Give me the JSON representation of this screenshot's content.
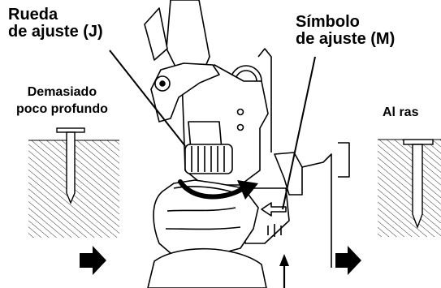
{
  "labels": {
    "adjust_wheel": [
      "Rueda",
      "de ajuste (J)"
    ],
    "adjust_symbol": [
      "Símbolo",
      "de ajuste (M)"
    ],
    "too_shallow": [
      "Demasiado",
      "poco profundo"
    ],
    "flush": "Al ras"
  },
  "colors": {
    "ink": "#000000",
    "background": "#ffffff"
  },
  "icons": [
    "nail-icon",
    "arrow-right-icon",
    "arrow-up-icon",
    "arrow-left-icon",
    "rotate-arrow-icon"
  ]
}
